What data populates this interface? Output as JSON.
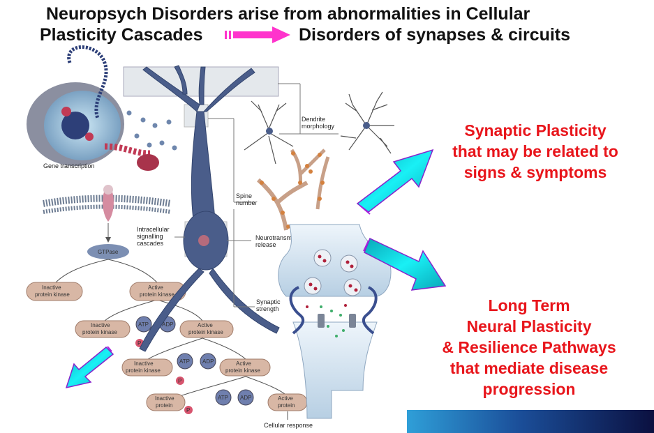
{
  "title": {
    "line1": "Neuropsych Disorders arise from abnormalities in Cellular",
    "line2_left": "Plasticity Cascades",
    "line2_right": "Disorders of synapses & circuits"
  },
  "right_text": {
    "synaptic": [
      "Synaptic Plasticity",
      "that may be related to",
      "signs & symptoms"
    ],
    "long_term": [
      "Long Term",
      "Neural Plasticity",
      "& Resilience Pathways",
      "that mediate disease",
      "progression"
    ]
  },
  "diagram_labels": {
    "gene_transcription": "Gene transcription",
    "dendrite_morphology": [
      "Dendrite",
      "morphology"
    ],
    "spine_number": [
      "Spine",
      "number"
    ],
    "intracellular": [
      "Intracellular",
      "signalling",
      "cascades"
    ],
    "neurotransmitter": [
      "Neurotransmitter",
      "release"
    ],
    "synaptic_strength": [
      "Synaptic",
      "strength"
    ],
    "gtpase": "GTPase",
    "inactive_pk": [
      "Inactive",
      "protein kinase"
    ],
    "active_pk": [
      "Active",
      "protein kinase"
    ],
    "inactive_protein": [
      "Inactive",
      "protein"
    ],
    "active_protein": [
      "Active",
      "protein"
    ],
    "atp": "ATP",
    "adp": "ADP",
    "p": "P",
    "cellular_response": "Cellular response"
  },
  "colors": {
    "title_arrow": "#ff33cc",
    "cyan_arrow": "#00e5ef",
    "red_text": "#e8151b",
    "neuron": "#4a5d8a"
  }
}
